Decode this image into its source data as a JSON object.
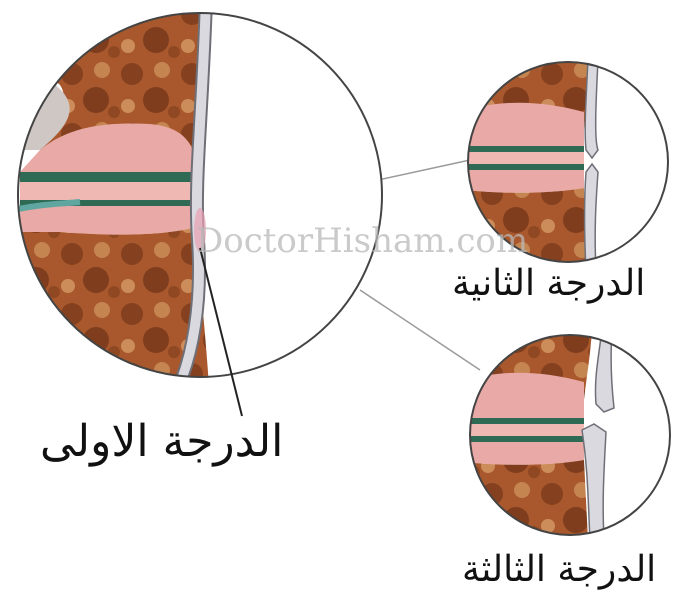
{
  "labels": {
    "grade_1": "الدرجة الاولى",
    "grade_2": "الدرجة الثانية",
    "grade_3": "الدرجة الثالثة"
  },
  "watermark": "DoctorHisham.com",
  "colors": {
    "bone_dark": "#7a3a1c",
    "bone_mid": "#a8582c",
    "bone_light": "#c98a55",
    "cartilage": "#e9a9a6",
    "meniscus_band": "#2f6a55",
    "ligament": "#d9d9df",
    "ligament_edge": "#6f6f78",
    "connector_line": "#9a9a9a"
  }
}
